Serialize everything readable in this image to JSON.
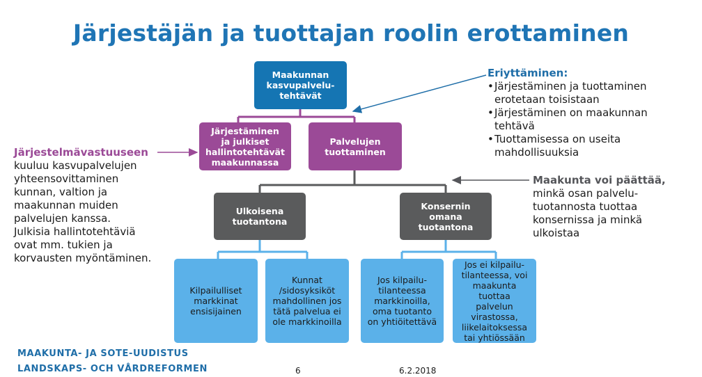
{
  "title": "Järjestäjän ja tuottajan roolin erottaminen",
  "boxes": {
    "top": "Maakunnan\nkasvupalvelu-\ntehtävät",
    "organizing": "Järjestäminen\nja julkiset\nhallintotehtävät\nmaakunnassa",
    "service": "Palvelujen\ntuottaminen",
    "external": "Ulkoisena\ntuotantona",
    "internal": "Konsernin\nomana\ntuotantona",
    "leaf1": "Kilpailulliset\nmarkkinat\nensisijainen",
    "leaf2": "Kunnat\n/sidosyksiköt\nmahdollinen jos\ntätä palvelua ei\nole markkinoilla",
    "leaf3": "Jos kilpailu-\ntilanteessa\nmarkkinoilla,\noma tuotanto\non yhtiöitettävä",
    "leaf4": "Jos ei kilpailu-\ntilanteessa, voi\nmaakunta\ntuottaa\npalvelun\nvirastossa,\nliikelaitoksessa\ntai yhtiössään"
  },
  "notes": {
    "separation": {
      "heading": "Eriyttäminen:",
      "bullets": [
        "Järjestäminen ja tuottaminen\nerotetaan toisistaan",
        "Järjestäminen on maakunnan\ntehtävä",
        "Tuottamisessa on useita\nmahdollisuuksia"
      ]
    },
    "system": {
      "heading": "Järjestelmävastuuseen",
      "body": "kuuluu kasvupalvelujen\nyhteensovittaminen\nkunnan, valtion ja\nmaakunnan muiden\npalvelujen kanssa.\nJulkisia hallintotehtäviä\novat mm. tukien ja\nkorvausten myöntäminen."
    },
    "decide": {
      "heading": "Maakunta voi päättää,",
      "body": "minkä osan palvelu-\ntuotannosta tuottaa\nkonsernissa ja minkä\nulkoistaa"
    }
  },
  "footer": {
    "org_line1": "MAAKUNTA- JA SOTE-UUDISTUS",
    "org_line2": "LANDSKAPS- OCH VÅRDREFORMEN",
    "page": "6",
    "date": "6.2.2018"
  },
  "colors": {
    "title": "#1f75b5",
    "top_box": "#1575b3",
    "purple": "#9b4a97",
    "grey": "#5a5b5c",
    "light_blue": "#5bb1e9"
  }
}
